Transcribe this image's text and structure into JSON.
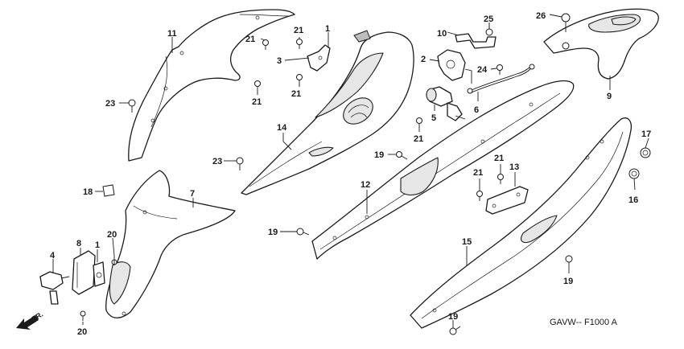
{
  "diagram": {
    "code": "GAVW-- F1000 A",
    "front_arrow_label": "FR.",
    "callouts": [
      {
        "id": "c-11",
        "label": "11"
      },
      {
        "id": "c-21a",
        "label": "21"
      },
      {
        "id": "c-21b",
        "label": "21"
      },
      {
        "id": "c-1a",
        "label": "1"
      },
      {
        "id": "c-3",
        "label": "3"
      },
      {
        "id": "c-21c",
        "label": "21"
      },
      {
        "id": "c-21d",
        "label": "21"
      },
      {
        "id": "c-23a",
        "label": "23"
      },
      {
        "id": "c-10",
        "label": "10"
      },
      {
        "id": "c-25",
        "label": "25"
      },
      {
        "id": "c-2",
        "label": "2"
      },
      {
        "id": "c-24",
        "label": "24"
      },
      {
        "id": "c-26",
        "label": "26"
      },
      {
        "id": "c-9",
        "label": "9"
      },
      {
        "id": "c-14",
        "label": "14"
      },
      {
        "id": "c-5",
        "label": "5"
      },
      {
        "id": "c-6",
        "label": "6"
      },
      {
        "id": "c-21e",
        "label": "21"
      },
      {
        "id": "c-19a",
        "label": "19"
      },
      {
        "id": "c-23b",
        "label": "23"
      },
      {
        "id": "c-17",
        "label": "17"
      },
      {
        "id": "c-18",
        "label": "18"
      },
      {
        "id": "c-7",
        "label": "7"
      },
      {
        "id": "c-21f",
        "label": "21"
      },
      {
        "id": "c-13",
        "label": "13"
      },
      {
        "id": "c-21g",
        "label": "21"
      },
      {
        "id": "c-16",
        "label": "16"
      },
      {
        "id": "c-12",
        "label": "12"
      },
      {
        "id": "c-19b",
        "label": "19"
      },
      {
        "id": "c-20a",
        "label": "20"
      },
      {
        "id": "c-8",
        "label": "8"
      },
      {
        "id": "c-1b",
        "label": "1"
      },
      {
        "id": "c-4",
        "label": "4"
      },
      {
        "id": "c-15",
        "label": "15"
      },
      {
        "id": "c-19c",
        "label": "19"
      },
      {
        "id": "c-20b",
        "label": "20"
      },
      {
        "id": "c-19d",
        "label": "19"
      }
    ]
  }
}
